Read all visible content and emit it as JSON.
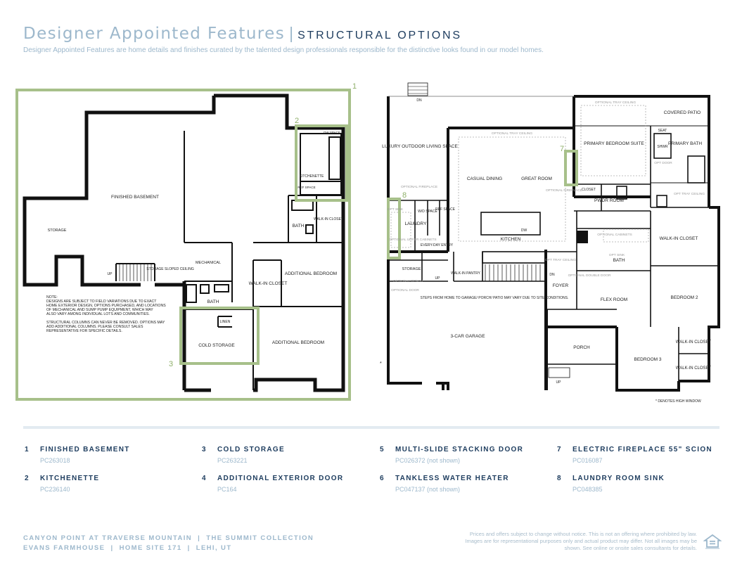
{
  "header": {
    "title": "Designer Appointed Features",
    "separator": "|",
    "section": "STRUCTURAL OPTIONS",
    "subtitle": "Designer Appointed Features are home details and finishes curated by the talented design professionals responsible for the distinctive looks found in our model homes."
  },
  "basement_plan": {
    "rooms": {
      "finished_basement": "FINISHED BASEMENT",
      "storage": "STORAGE",
      "kitchenette": "KITCHENETTE",
      "dw_space": "DW SPACE",
      "ref_space": "REF SPACE",
      "bath": "BATH",
      "walk_in_closet": "WALK-IN CLOSET",
      "mechanical": "MECHANICAL",
      "storage_sloped": "STORAGE SLOPED CEILING",
      "additional_bedroom": "ADDITIONAL BEDROOM",
      "walk_in_closet_2": "WALK-IN CLOSET",
      "bath_2": "BATH",
      "linen": "LINEN",
      "cold_storage": "COLD STORAGE",
      "additional_bedroom_2": "ADDITIONAL BEDROOM",
      "up": "UP"
    },
    "note_lines": [
      "NOTE:",
      "DESIGNS ARE SUBJECT TO FIELD VARIATIONS DUE TO EXACT",
      "HOME EXTERIOR DESIGN, OPTIONS PURCHASED, AND LOCATIONS",
      "OF MECHANICAL AND SUMP PUMP EQUIPMENT, WHICH MAY",
      "ALSO VARY AMONG INDIVIDUAL LOTS AND COMMUNITIES.",
      "",
      "STRUCTURAL COLUMNS CAN NEVER BE REMOVED. OPTIONS MAY",
      "ADD ADDITIONAL COLUMNS. PLEASE CONSULT SALES",
      "REPRESENTATIVE FOR SPECIFIC DETAILS."
    ],
    "callouts": [
      "1",
      "2",
      "3"
    ]
  },
  "main_plan": {
    "rooms": {
      "dn": "DN",
      "luxury_outdoor": "LUXURY OUTDOOR LIVING SPACE",
      "optional_fireplace": "OPTIONAL FIREPLACE",
      "casual_dining": "CASUAL DINING",
      "great_room": "GREAT ROOM",
      "optional_tray_ceiling": "OPTIONAL TRAY CEILING",
      "optional_tray_ceiling_2": "OPTIONAL TRAY CEILING",
      "primary_suite": "PRIMARY BEDROOM SUITE",
      "covered_patio": "COVERED PATIO",
      "seat": "SEAT",
      "shwr": "SHWR",
      "primary_bath": "PRIMARY BATH",
      "opt_door": "OPT DOOR",
      "opt_tray_ceiling": "OPT TRAY CEILING",
      "closet": "CLOSET",
      "pwdr_room": "PWDR ROOM",
      "optional_fireplace_2": "OPTIONAL FIREPLACE",
      "opt_sink": "OPT SINK",
      "wd_space": "W/D SPACE",
      "ref_space": "REF SPACE",
      "laundry": "LAUNDRY",
      "optional_upper_cabinets": "OPTIONAL UPPER CABINETS",
      "everyday_entry": "EVERY-DAY ENTRY",
      "kitchen": "KITCHEN",
      "dw": "DW",
      "optional_cabinets": "OPTIONAL CABINETS",
      "walk_in_closet": "WALK-IN CLOSET",
      "storage": "STORAGE",
      "optional_bench": "OPTIONAL BENCH",
      "up": "UP",
      "walk_in_pantry": "WALK-IN PANTRY",
      "opt_tray_ceiling_2": "OPT TRAY CEILING",
      "dn_2": "DN",
      "foyer": "FOYER",
      "optional_double_door": "OPTIONAL DOUBLE DOOR",
      "opt_sink_2": "OPT SINK",
      "bath": "BATH",
      "optional_door": "OPTIONAL DOOR",
      "steps_note": "STEPS FROM HOME TO GARAGE/ PORCH/ PATIO MAY VARY DUE TO SITE CONDITIONS.",
      "flex_room": "FLEX ROOM",
      "bedroom_2": "BEDROOM 2",
      "garage": "3-CAR GARAGE",
      "porch": "PORCH",
      "walk_in_closet_2": "WALK-IN CLOSET",
      "walk_in_closet_3": "WALK-IN CLOSET",
      "bedroom_3": "BEDROOM 3",
      "up_2": "UP",
      "star": "*",
      "high_window_note": "* DENOTES HIGH WINDOW"
    },
    "callouts": [
      "7",
      "8"
    ]
  },
  "options": [
    {
      "num": "1",
      "name": "FINISHED BASEMENT",
      "code": "PC263018"
    },
    {
      "num": "2",
      "name": "KITCHENETTE",
      "code": "PC236140"
    },
    {
      "num": "3",
      "name": "COLD STORAGE",
      "code": "PC263221"
    },
    {
      "num": "4",
      "name": "ADDITIONAL EXTERIOR DOOR",
      "code": "PC164"
    },
    {
      "num": "5",
      "name": "MULTI-SLIDE STACKING DOOR",
      "code": "PC026372 (not shown)"
    },
    {
      "num": "6",
      "name": "TANKLESS WATER HEATER",
      "code": "PC047137 (not shown)"
    },
    {
      "num": "7",
      "name": "ELECTRIC FIREPLACE 55\" SCION",
      "code": "PC016087"
    },
    {
      "num": "8",
      "name": "LAUNDRY ROOM SINK",
      "code": "PC048385"
    }
  ],
  "footer": {
    "line1": "CANYON POINT AT TRAVERSE MOUNTAIN  |  THE SUMMIT COLLECTION",
    "line2": "EVANS FARMHOUSE  |  HOME SITE 171  |  LEHI, UT",
    "disclaimer": "Prices and offers subject to change without notice. This is not an offering where prohibited by law. Images are for representational purposes only and actual product may differ. Not all images may be shown. See online or onsite sales consultants for details."
  },
  "colors": {
    "title_light": "#9db8cc",
    "title_dark": "#1d3c5e",
    "highlight": "#a7c08a",
    "wall": "#111111"
  }
}
